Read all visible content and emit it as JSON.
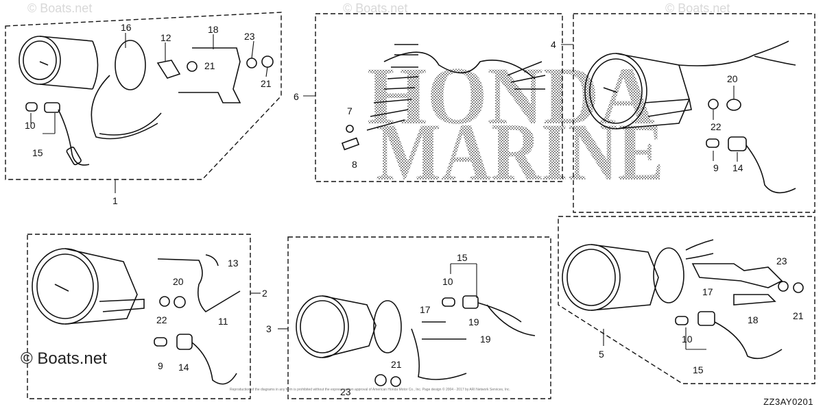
{
  "watermark": "© Boats.net",
  "brand_text": "© Boats.net",
  "diagram_code": "ZZ3AY0201",
  "fine_print": "Reproduction of the diagrams in any form is prohibited without the express written approval of American Honda Motor Co., Inc. Page design © 2004 - 2017 by ARI Network Services, Inc.",
  "brand_art": {
    "line1": "HONDA",
    "line2": "MARINE"
  },
  "groups": [
    {
      "id": "1",
      "parts": [
        "16",
        "12",
        "18",
        "23",
        "21",
        "21",
        "10",
        "15"
      ]
    },
    {
      "id": "6",
      "parts": [
        "7",
        "8"
      ]
    },
    {
      "id": "4",
      "parts": [
        "20",
        "22",
        "9",
        "14"
      ]
    },
    {
      "id": "2",
      "parts": [
        "13",
        "20",
        "22",
        "11",
        "9",
        "14"
      ]
    },
    {
      "id": "3",
      "parts": [
        "15",
        "10",
        "17",
        "19",
        "19",
        "21",
        "23"
      ]
    },
    {
      "id": "5",
      "parts": [
        "23",
        "17",
        "18",
        "21",
        "10",
        "15"
      ]
    }
  ]
}
